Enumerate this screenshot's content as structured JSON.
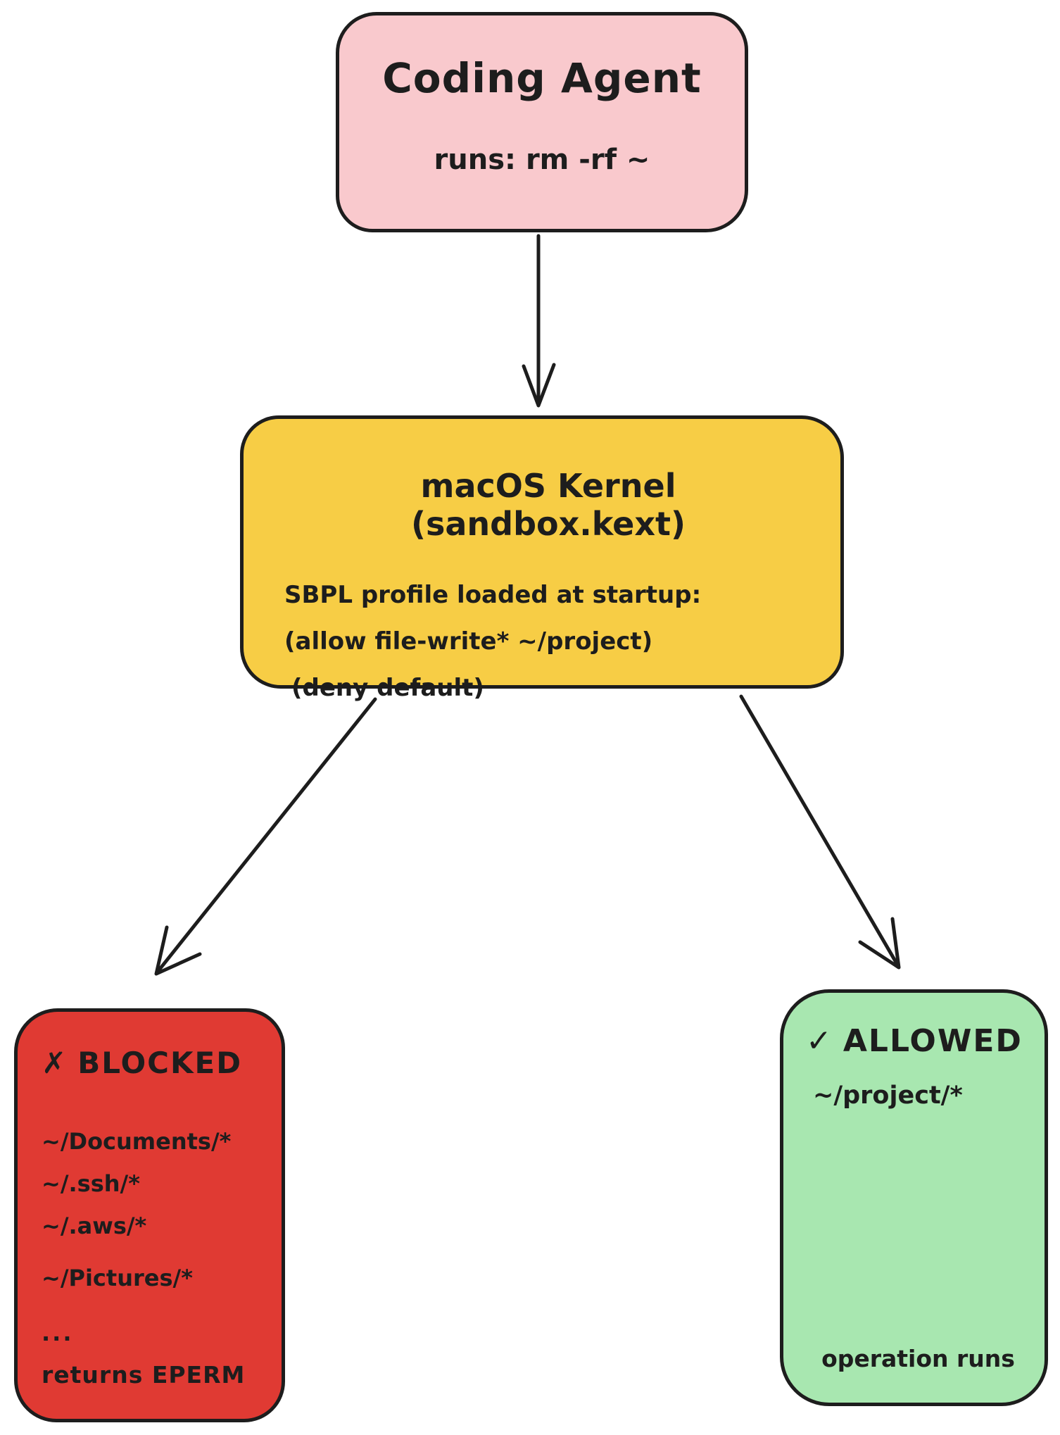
{
  "colors": {
    "background": "#ffffff",
    "stroke": "#1d1d1d",
    "agent_fill": "#f9c9cd",
    "kernel_fill": "#f7cd45",
    "blocked_fill": "#e03a33",
    "allowed_fill": "#a8e7b0"
  },
  "nodes": {
    "agent": {
      "title": "Coding Agent",
      "subtitle": "runs: rm -rf ~"
    },
    "kernel": {
      "title": "macOS Kernel (sandbox.kext)",
      "lines": [
        "SBPL profile loaded at startup:",
        "(allow file-write* ~/project)",
        "(deny default)"
      ]
    },
    "blocked": {
      "icon": "✗",
      "label": "BLOCKED",
      "items": [
        "~/Documents/*",
        "~/.ssh/*",
        "~/.aws/*",
        "~/Pictures/*",
        "..."
      ],
      "footer": "returns EPERM"
    },
    "allowed": {
      "icon": "✓",
      "label": "ALLOWED",
      "items": [
        "~/project/*"
      ],
      "footer": "operation runs"
    }
  }
}
